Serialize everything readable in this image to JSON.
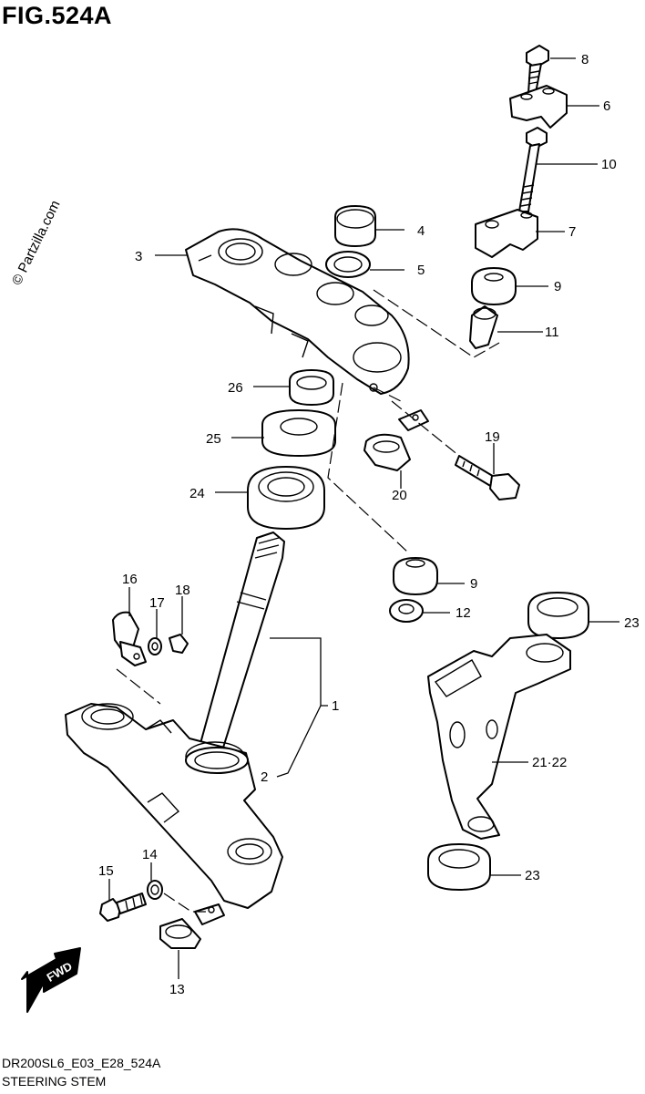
{
  "figure": {
    "title": "FIG.524A",
    "watermark": "© Partzilla.com",
    "model_code": "DR200SL6_E03_E28_524A",
    "caption": "STEERING STEM",
    "fwd_label": "FWD"
  },
  "callouts": [
    {
      "id": "c1",
      "label": "1"
    },
    {
      "id": "c2",
      "label": "2"
    },
    {
      "id": "c3",
      "label": "3"
    },
    {
      "id": "c4",
      "label": "4"
    },
    {
      "id": "c5",
      "label": "5"
    },
    {
      "id": "c6",
      "label": "6"
    },
    {
      "id": "c7",
      "label": "7"
    },
    {
      "id": "c8",
      "label": "8"
    },
    {
      "id": "c9a",
      "label": "9"
    },
    {
      "id": "c9b",
      "label": "9"
    },
    {
      "id": "c10",
      "label": "10"
    },
    {
      "id": "c11",
      "label": "11"
    },
    {
      "id": "c12",
      "label": "12"
    },
    {
      "id": "c13",
      "label": "13"
    },
    {
      "id": "c14",
      "label": "14"
    },
    {
      "id": "c15",
      "label": "15"
    },
    {
      "id": "c16",
      "label": "16"
    },
    {
      "id": "c17",
      "label": "17"
    },
    {
      "id": "c18",
      "label": "18"
    },
    {
      "id": "c19",
      "label": "19"
    },
    {
      "id": "c20",
      "label": "20"
    },
    {
      "id": "c2122",
      "label": "21·22"
    },
    {
      "id": "c23a",
      "label": "23"
    },
    {
      "id": "c23b",
      "label": "23"
    },
    {
      "id": "c24",
      "label": "24"
    },
    {
      "id": "c25",
      "label": "25"
    },
    {
      "id": "c26",
      "label": "26"
    }
  ]
}
